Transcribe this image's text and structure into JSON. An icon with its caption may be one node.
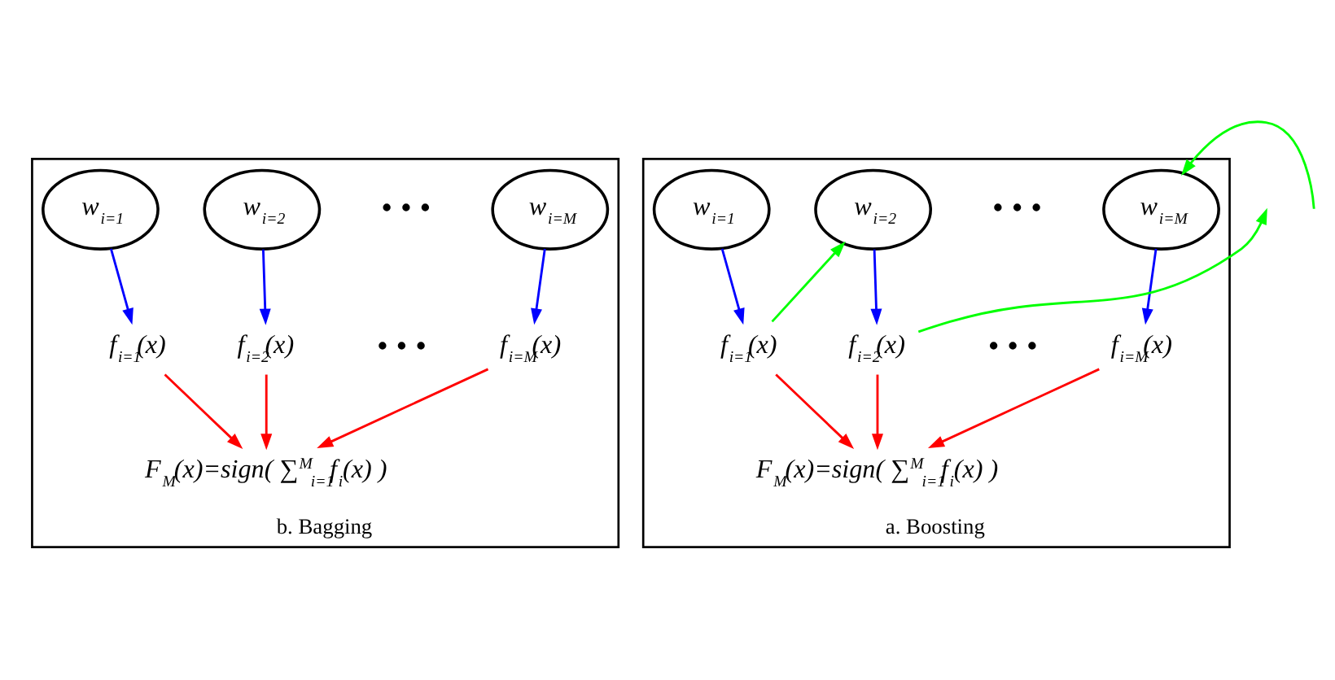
{
  "diagram": {
    "nodes": [
      {
        "text": [
          "b. Bagging"
        ]
      },
      {
        "text": [
          "w$_{i=1}$"
        ],
        "in": 0
      },
      {
        "text": [
          "w$_{i=2}$"
        ],
        "in": 0
      },
      {
        "text": [
          "w$_{i=M}$"
        ],
        "in": 0
      },
      {
        "text": [
          "f$_{i=1}$(x)"
        ],
        "in": 0
      },
      {
        "text": [
          "f$_{i=2}$(x)"
        ],
        "in": 0
      },
      {
        "text": [
          "f$_{i=M}$(x)"
        ],
        "in": 0
      },
      {
        "text": [
          "F$_{M}$(x)=sign( ∑$^{M}$$_{i=1}$f$_{i}$(x) )"
        ],
        "in": 0
      },
      {
        "text": [
          "a. Boosting"
        ]
      },
      {
        "text": [
          "w$_{i=1}$"
        ],
        "in": 8
      },
      {
        "text": [
          "w$_{i=2}$"
        ],
        "in": 8
      },
      {
        "text": [
          "w$_{i=M}$"
        ],
        "in": 8
      },
      {
        "text": [
          "f$_{i=1}$(x)"
        ],
        "in": 8
      },
      {
        "text": [
          "f$_{i=2}$(x)"
        ],
        "in": 8
      },
      {
        "text": [
          "f$_{i=M}$(x)"
        ],
        "in": 8
      },
      {
        "text": [
          "F$_{M}$(x)=sign( ∑$^{M}$$_{i=1}$f$_{i}$(x) )"
        ],
        "in": 8
      }
    ],
    "edges": [
      {
        "from": 1,
        "to": 4,
        "arrow": "to",
        "color": "#0000ff"
      },
      {
        "from": 2,
        "to": 5,
        "arrow": "to",
        "color": "#0000ff"
      },
      {
        "from": 3,
        "to": 6,
        "arrow": "to",
        "color": "#0000ff"
      },
      {
        "from": 4,
        "to": 7,
        "arrow": "to",
        "color": "#ff0000"
      },
      {
        "from": 5,
        "to": 7,
        "arrow": "to",
        "color": "#ff0000"
      },
      {
        "from": 6,
        "to": 7,
        "arrow": "to",
        "color": "#ff0000"
      },
      {
        "from": 9,
        "to": 12,
        "arrow": "to",
        "color": "#0000ff"
      },
      {
        "from": 10,
        "to": 13,
        "arrow": "to",
        "color": "#0000ff"
      },
      {
        "from": 11,
        "to": 14,
        "arrow": "to",
        "color": "#0000ff"
      },
      {
        "from": 12,
        "to": 10,
        "arrow": "to",
        "color": "#00ff00"
      },
      {
        "from": 13,
        "to": null,
        "arrow": "to",
        "color": "#00ff00"
      },
      {
        "from": null,
        "to": 11,
        "arrow": "to",
        "color": "#00ff00"
      },
      {
        "from": 12,
        "to": 15,
        "arrow": "to",
        "color": "#ff0000"
      },
      {
        "from": 13,
        "to": 15,
        "arrow": "to",
        "color": "#ff0000"
      },
      {
        "from": 14,
        "to": 15,
        "arrow": "to",
        "color": "#ff0000"
      }
    ],
    "labels": [
      "• • •",
      "• • •",
      "• • •",
      "• • •"
    ]
  }
}
